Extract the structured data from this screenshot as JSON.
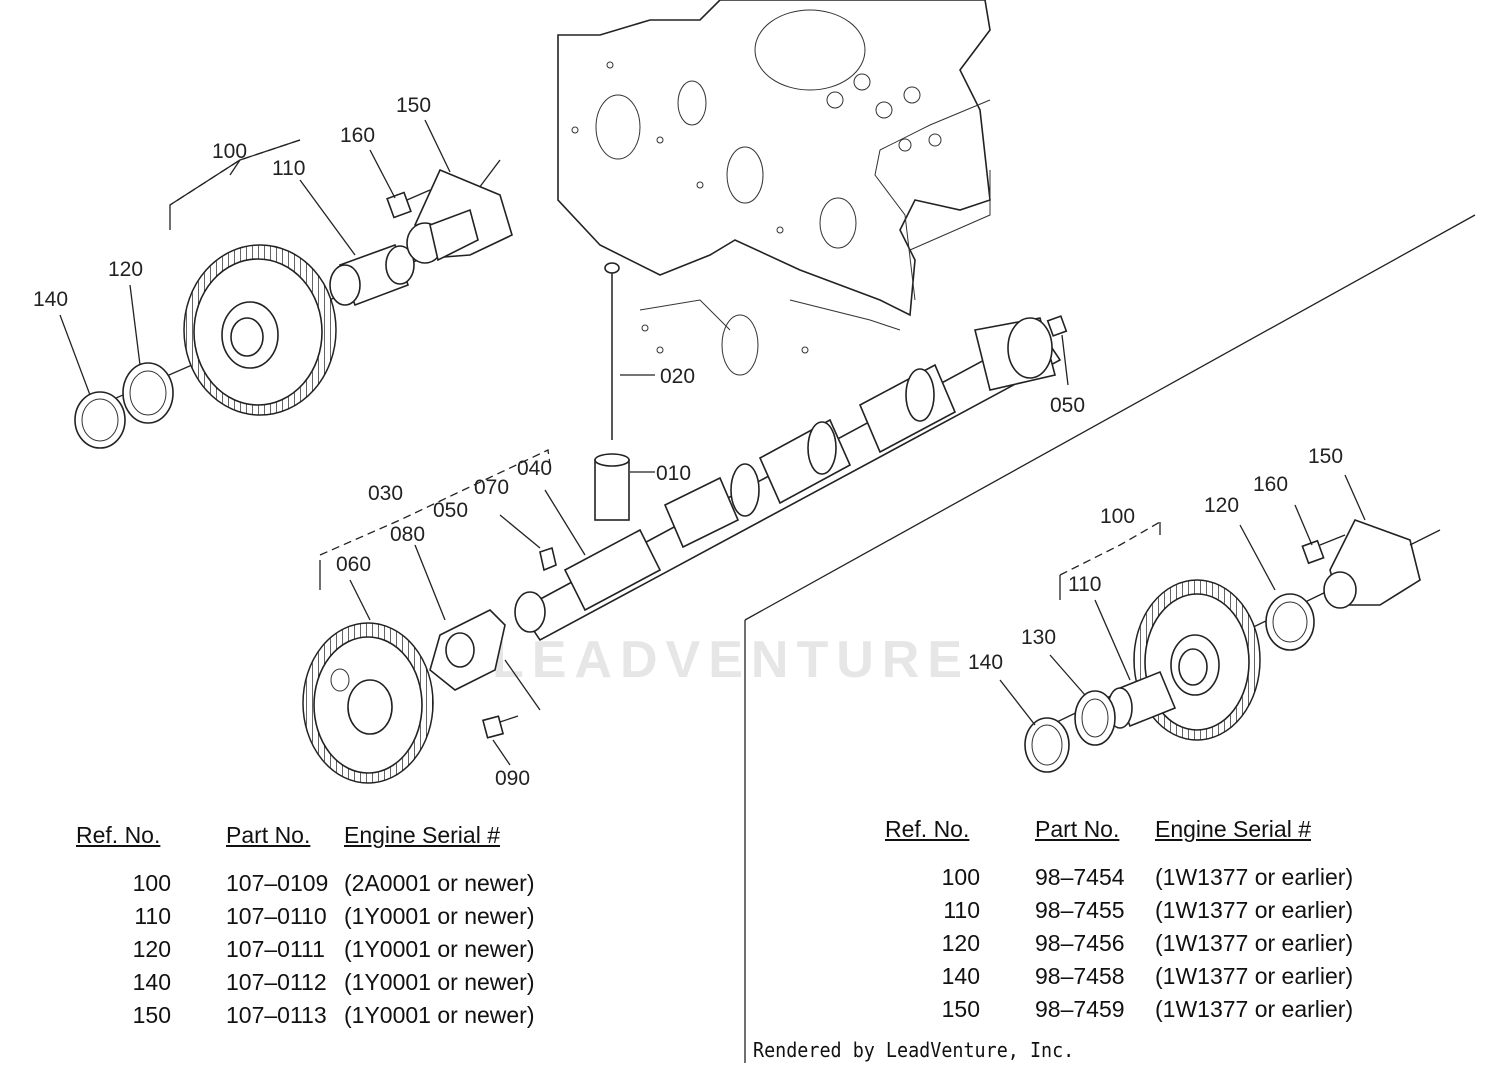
{
  "callouts_left": {
    "c100": "100",
    "c110": "110",
    "c160": "160",
    "c150": "150",
    "c120": "120",
    "c140": "140",
    "c020": "020",
    "c050a": "050",
    "c010": "010",
    "c040": "040",
    "c070": "070",
    "c030": "030",
    "c050b": "050",
    "c080": "080",
    "c060": "060",
    "c090": "090"
  },
  "callouts_right": {
    "c100": "100",
    "c150": "150",
    "c160": "160",
    "c120": "120",
    "c110": "110",
    "c130": "130",
    "c140": "140"
  },
  "table_left": {
    "headers": [
      "Ref. No.",
      "Part No.",
      "Engine Serial #"
    ],
    "rows": [
      {
        "ref": "100",
        "part": "107–0109",
        "serial": "(2A0001 or newer)"
      },
      {
        "ref": "110",
        "part": "107–0110",
        "serial": "(1Y0001 or newer)"
      },
      {
        "ref": "120",
        "part": "107–0111",
        "serial": "(1Y0001 or newer)"
      },
      {
        "ref": "140",
        "part": "107–0112",
        "serial": "(1Y0001 or newer)"
      },
      {
        "ref": "150",
        "part": "107–0113",
        "serial": "(1Y0001 or newer)"
      }
    ]
  },
  "table_right": {
    "headers": [
      "Ref. No.",
      "Part No.",
      "Engine Serial #"
    ],
    "rows": [
      {
        "ref": "100",
        "part": "98–7454",
        "serial": "(1W1377 or earlier)"
      },
      {
        "ref": "110",
        "part": "98–7455",
        "serial": "(1W1377 or earlier)"
      },
      {
        "ref": "120",
        "part": "98–7456",
        "serial": "(1W1377 or earlier)"
      },
      {
        "ref": "140",
        "part": "98–7458",
        "serial": "(1W1377 or earlier)"
      },
      {
        "ref": "150",
        "part": "98–7459",
        "serial": "(1W1377 or earlier)"
      }
    ]
  },
  "watermark": "LEADVENTURE",
  "credit": "Rendered by LeadVenture, Inc."
}
